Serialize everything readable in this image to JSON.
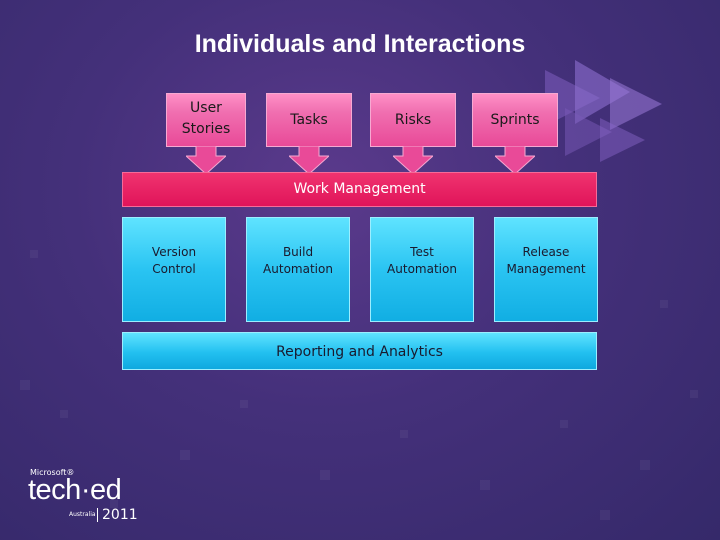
{
  "slide": {
    "title": "Individuals and Interactions",
    "top_row": [
      {
        "label": "User Stories"
      },
      {
        "label": "Tasks"
      },
      {
        "label": "Risks"
      },
      {
        "label": "Sprints"
      }
    ],
    "work_management": "Work Management",
    "middle_row": [
      {
        "label": "Version Control"
      },
      {
        "label": "Build Automation"
      },
      {
        "label": "Test Automation"
      },
      {
        "label": "Release Management"
      }
    ],
    "reporting": "Reporting and Analytics"
  },
  "logo": {
    "microsoft": "Microsoft®",
    "teched": "tech·ed",
    "region": "Australia",
    "year": "2011"
  },
  "colors": {
    "background": "#3e2a72",
    "pink": "#e94a98",
    "magenta": "#e0145a",
    "cyan": "#22c0f0"
  }
}
